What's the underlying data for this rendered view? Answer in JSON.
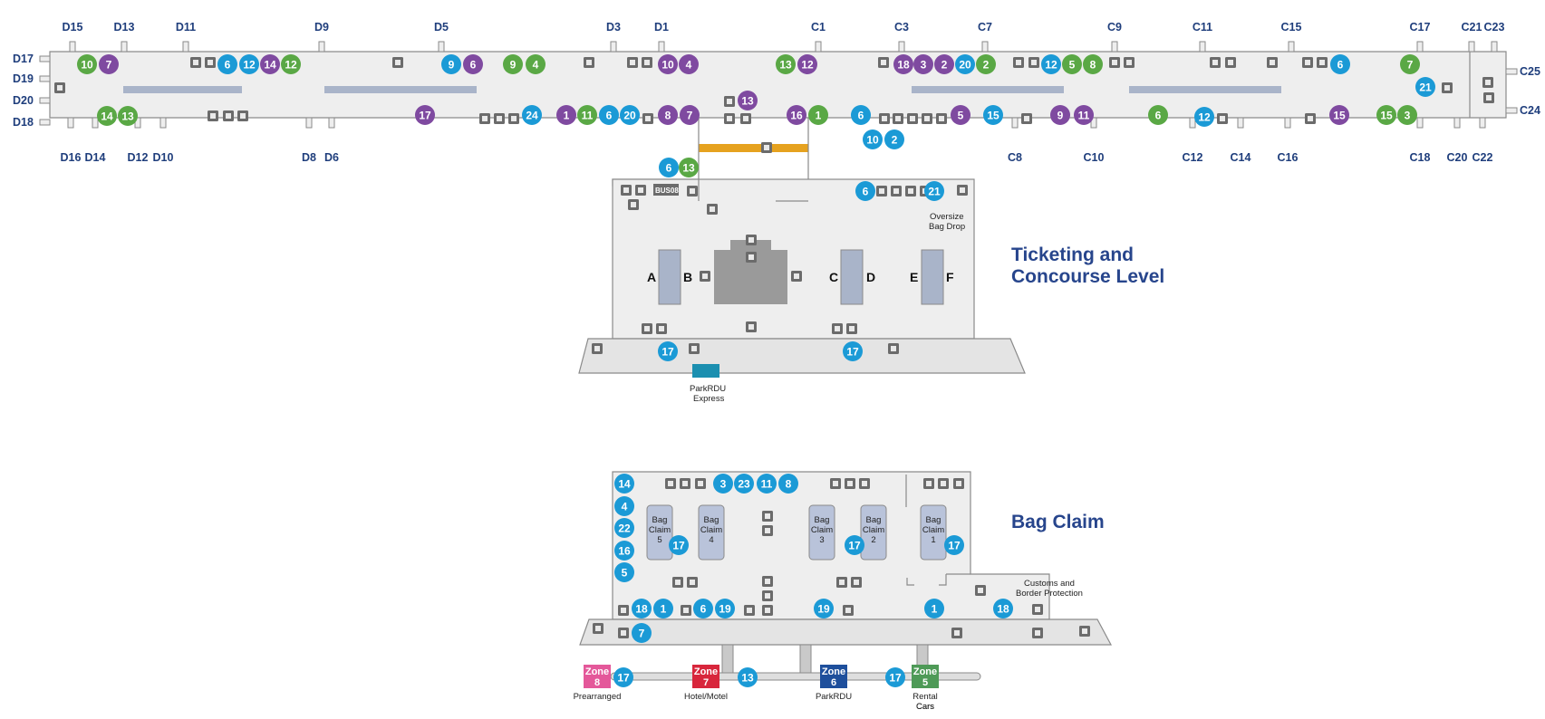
{
  "colors": {
    "building_fill": "#eeeeee",
    "building_stroke": "#8a8a8a",
    "badge_blue": "#1b9ad6",
    "badge_green": "#5aa845",
    "badge_purple": "#7f4aa0",
    "gate_text": "#1f3e7c",
    "title_text": "#27458c",
    "walkway": "#a9b4c9",
    "gate_pad": "#b9c3da",
    "icon_gray": "#6b6b6b",
    "hazard": "#e6a21f",
    "parkrdu_express": "#1b8fb0",
    "zone8": "#e4589a",
    "zone7": "#d8263c",
    "zone6": "#1e4f9c",
    "zone5": "#4e9a57"
  },
  "labels": {
    "ticketing_title_line1": "Ticketing and",
    "ticketing_title_line2": "Concourse Level",
    "bag_claim_title": "Bag Claim",
    "oversize_line1": "Oversize",
    "oversize_line2": "Bag Drop",
    "parkrdu_express_line1": "ParkRDU",
    "parkrdu_express_line2": "Express",
    "customs_line1": "Customs and",
    "customs_line2": "Border Protection",
    "bus_sign": "BUS08",
    "ticket_counters": [
      "A",
      "B",
      "C",
      "D",
      "E",
      "F"
    ]
  },
  "gates": {
    "top": [
      "D15",
      "D13",
      "D11",
      "D9",
      "D5",
      "D3",
      "D1",
      "C1",
      "C3",
      "C7",
      "C9",
      "C11",
      "C15",
      "C17",
      "C21",
      "C23"
    ],
    "bottom": [
      "D16",
      "D14",
      "D12",
      "D10",
      "D8",
      "D6",
      "C8",
      "C10",
      "C12",
      "C14",
      "C16",
      "C18",
      "C20",
      "C22"
    ],
    "left": [
      "D17",
      "D19",
      "D20",
      "D18"
    ],
    "right": [
      "C25",
      "C24"
    ]
  },
  "bag_claims": [
    {
      "label": "Bag",
      "label2": "Claim",
      "num": "5"
    },
    {
      "label": "Bag",
      "label2": "Claim",
      "num": "4"
    },
    {
      "label": "Bag",
      "label2": "Claim",
      "num": "3"
    },
    {
      "label": "Bag",
      "label2": "Claim",
      "num": "2"
    },
    {
      "label": "Bag",
      "label2": "Claim",
      "num": "1"
    }
  ],
  "zones": [
    {
      "name": "Zone",
      "num": "8",
      "caption": "Prearranged",
      "caption2": ""
    },
    {
      "name": "Zone",
      "num": "7",
      "caption": "Hotel/Motel",
      "caption2": ""
    },
    {
      "name": "Zone",
      "num": "6",
      "caption": "ParkRDU",
      "caption2": ""
    },
    {
      "name": "Zone",
      "num": "5",
      "caption": "Rental",
      "caption2": "Cars"
    }
  ],
  "badges_concourse": [
    {
      "n": "10",
      "c": "green"
    },
    {
      "n": "7",
      "c": "purple"
    },
    {
      "n": "6",
      "c": "blue"
    },
    {
      "n": "12",
      "c": "blue"
    },
    {
      "n": "14",
      "c": "purple"
    },
    {
      "n": "12",
      "c": "green"
    },
    {
      "n": "9",
      "c": "blue"
    },
    {
      "n": "6",
      "c": "purple"
    },
    {
      "n": "9",
      "c": "green"
    },
    {
      "n": "4",
      "c": "green"
    },
    {
      "n": "10",
      "c": "purple"
    },
    {
      "n": "4",
      "c": "purple"
    },
    {
      "n": "13",
      "c": "green"
    },
    {
      "n": "12",
      "c": "purple"
    },
    {
      "n": "18",
      "c": "purple"
    },
    {
      "n": "3",
      "c": "purple"
    },
    {
      "n": "2",
      "c": "purple"
    },
    {
      "n": "20",
      "c": "blue"
    },
    {
      "n": "2",
      "c": "green"
    },
    {
      "n": "12",
      "c": "blue"
    },
    {
      "n": "5",
      "c": "green"
    },
    {
      "n": "8",
      "c": "green"
    },
    {
      "n": "6",
      "c": "blue"
    },
    {
      "n": "7",
      "c": "green"
    },
    {
      "n": "14",
      "c": "green"
    },
    {
      "n": "13",
      "c": "green"
    },
    {
      "n": "17",
      "c": "purple"
    },
    {
      "n": "24",
      "c": "blue"
    },
    {
      "n": "1",
      "c": "purple"
    },
    {
      "n": "11",
      "c": "green"
    },
    {
      "n": "6",
      "c": "blue"
    },
    {
      "n": "20",
      "c": "blue"
    },
    {
      "n": "8",
      "c": "purple"
    },
    {
      "n": "7",
      "c": "purple"
    },
    {
      "n": "13",
      "c": "purple"
    },
    {
      "n": "16",
      "c": "purple"
    },
    {
      "n": "1",
      "c": "green"
    },
    {
      "n": "6",
      "c": "blue"
    },
    {
      "n": "5",
      "c": "purple"
    },
    {
      "n": "15",
      "c": "blue"
    },
    {
      "n": "9",
      "c": "purple"
    },
    {
      "n": "11",
      "c": "purple"
    },
    {
      "n": "6",
      "c": "green"
    },
    {
      "n": "12",
      "c": "blue"
    },
    {
      "n": "15",
      "c": "purple"
    },
    {
      "n": "15",
      "c": "green"
    },
    {
      "n": "3",
      "c": "green"
    },
    {
      "n": "21",
      "c": "blue"
    },
    {
      "n": "10",
      "c": "blue"
    },
    {
      "n": "2",
      "c": "blue"
    },
    {
      "n": "6",
      "c": "blue"
    },
    {
      "n": "13",
      "c": "green"
    }
  ],
  "badges_ticketing": [
    {
      "n": "6",
      "c": "blue"
    },
    {
      "n": "21",
      "c": "blue"
    },
    {
      "n": "17",
      "c": "blue"
    },
    {
      "n": "17",
      "c": "blue"
    }
  ],
  "badges_bagclaim": [
    {
      "n": "3",
      "c": "blue"
    },
    {
      "n": "23",
      "c": "blue"
    },
    {
      "n": "11",
      "c": "blue"
    },
    {
      "n": "8",
      "c": "blue"
    },
    {
      "n": "14",
      "c": "blue"
    },
    {
      "n": "4",
      "c": "blue"
    },
    {
      "n": "22",
      "c": "blue"
    },
    {
      "n": "16",
      "c": "blue"
    },
    {
      "n": "5",
      "c": "blue"
    },
    {
      "n": "17",
      "c": "blue"
    },
    {
      "n": "17",
      "c": "blue"
    },
    {
      "n": "17",
      "c": "blue"
    },
    {
      "n": "18",
      "c": "blue"
    },
    {
      "n": "1",
      "c": "blue"
    },
    {
      "n": "6",
      "c": "blue"
    },
    {
      "n": "19",
      "c": "blue"
    },
    {
      "n": "19",
      "c": "blue"
    },
    {
      "n": "1",
      "c": "blue"
    },
    {
      "n": "18",
      "c": "blue"
    },
    {
      "n": "7",
      "c": "blue"
    },
    {
      "n": "17",
      "c": "blue"
    },
    {
      "n": "13",
      "c": "blue"
    },
    {
      "n": "17",
      "c": "blue"
    }
  ]
}
